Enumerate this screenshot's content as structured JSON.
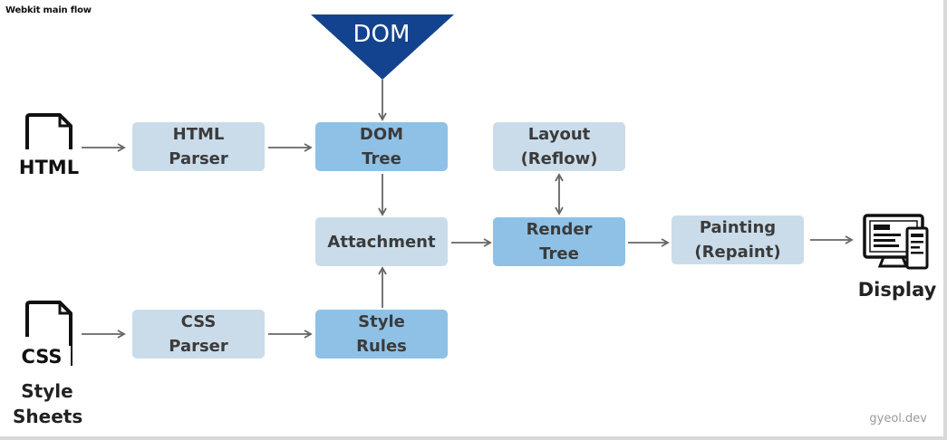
{
  "title": "Webkit main flow",
  "watermark": "gyeol.dev",
  "dom_triangle": "DOM",
  "colors": {
    "light_box": "#cadcea",
    "dark_box": "#8fc1e6",
    "triangle": "#13438f",
    "arrow": "#666666",
    "text": "#3b3b3b"
  },
  "inputs": {
    "html_doc": "HTML",
    "css_doc": "CSS",
    "css_caption": "Style\nSheets"
  },
  "nodes": {
    "html_parser": "HTML\nParser",
    "dom_tree": "DOM\nTree",
    "layout": "Layout\n(Reflow)",
    "attachment": "Attachment",
    "render_tree": "Render\nTree",
    "painting": "Painting\n(Repaint)",
    "css_parser": "CSS\nParser",
    "style_rules": "Style\nRules"
  },
  "output": {
    "display": "Display",
    "icon": "display-icon"
  }
}
